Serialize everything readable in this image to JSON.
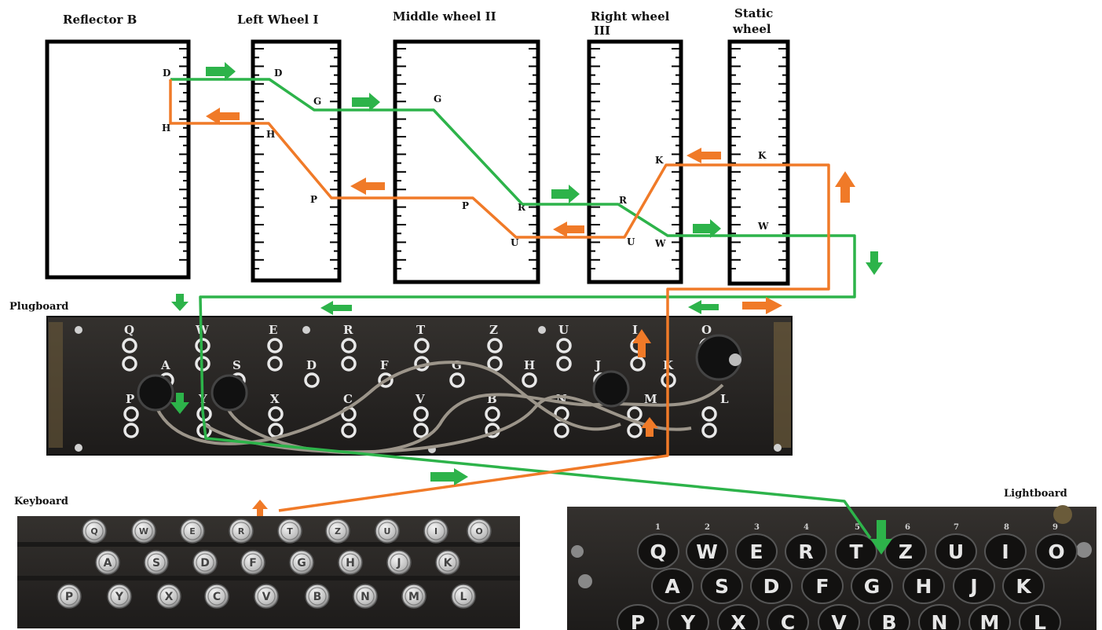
{
  "titles": {
    "reflector": "Reflector B",
    "left_wheel": "Left Wheel I",
    "middle_wheel": "Middle wheel II",
    "right_wheel_1": "Right wheel",
    "right_wheel_2": "III",
    "static_wheel_1": "Static",
    "static_wheel_2": "wheel",
    "plugboard": "Plugboard",
    "keyboard": "Keyboard",
    "lightboard": "Lightboard"
  },
  "wheel_labels": {
    "reflector": [
      "D",
      "H"
    ],
    "left": [
      "D",
      "G",
      "H",
      "P"
    ],
    "middle": [
      "G",
      "P",
      "R",
      "U"
    ],
    "right": [
      "K",
      "R",
      "U",
      "W"
    ],
    "static": [
      "K",
      "W"
    ]
  },
  "plugboard": {
    "row1": [
      "Q",
      "W",
      "E",
      "R",
      "T",
      "Z",
      "U",
      "I",
      "O"
    ],
    "row2": [
      "A",
      "S",
      "D",
      "F",
      "G",
      "H",
      "J",
      "K"
    ],
    "row3": [
      "P",
      "Y",
      "X",
      "C",
      "V",
      "B",
      "N",
      "M",
      "L"
    ]
  },
  "keyboard": {
    "row1": [
      "Q",
      "W",
      "E",
      "R",
      "T",
      "Z",
      "U",
      "I",
      "O"
    ],
    "row2": [
      "A",
      "S",
      "D",
      "F",
      "G",
      "H",
      "J",
      "K"
    ],
    "row3": [
      "P",
      "Y",
      "X",
      "C",
      "V",
      "B",
      "N",
      "M",
      "L"
    ]
  },
  "lightboard": {
    "numbers": [
      "1",
      "2",
      "3",
      "4",
      "5",
      "6",
      "7",
      "8",
      "9"
    ],
    "row1": [
      "Q",
      "W",
      "E",
      "R",
      "T",
      "Z",
      "U",
      "I",
      "O"
    ],
    "row2": [
      "A",
      "S",
      "D",
      "F",
      "G",
      "H",
      "J",
      "K"
    ],
    "row3": [
      "P",
      "Y",
      "X",
      "C",
      "V",
      "B",
      "N",
      "M",
      "L"
    ]
  },
  "colors": {
    "forward_path": "#2db34a",
    "return_path": "#f07a28",
    "panel": "#2a2826",
    "key": "#d8d8d8"
  }
}
